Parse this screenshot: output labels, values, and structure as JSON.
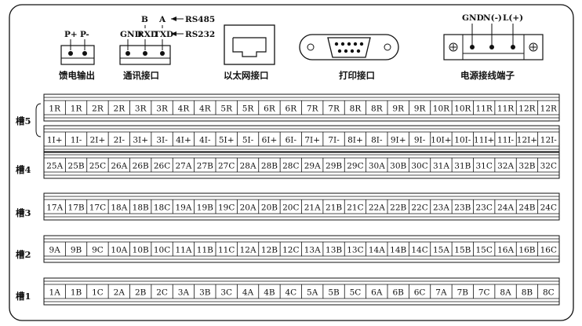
{
  "connectors": {
    "power_feed": {
      "pins": [
        "P+",
        "P-"
      ],
      "label": "馈电输出"
    },
    "comm": {
      "rs485_pins": [
        "B",
        "A"
      ],
      "rs485_name": "RS485",
      "rs232_pins": [
        "GND",
        "RXD",
        "TXD"
      ],
      "rs232_name": "RS232",
      "label": "通讯接口"
    },
    "ethernet": {
      "label": "以太网接口"
    },
    "printer": {
      "label": "打印接口"
    },
    "power": {
      "pins": [
        "GND",
        "N(-)",
        "L(+)"
      ],
      "label": "电源接线端子"
    }
  },
  "slots": [
    {
      "label": "槽5",
      "cells": [],
      "rows": [
        [
          "1R",
          "1R",
          "2R",
          "2R",
          "3R",
          "3R",
          "4R",
          "4R",
          "5R",
          "5R",
          "6R",
          "6R",
          "7R",
          "7R",
          "8R",
          "8R",
          "9R",
          "9R",
          "10R",
          "10R",
          "11R",
          "11R",
          "12R",
          "12R"
        ],
        [
          "1I+",
          "1I-",
          "2I+",
          "2I-",
          "3I+",
          "3I-",
          "4I+",
          "4I-",
          "5I+",
          "5I-",
          "6I+",
          "6I-",
          "7I+",
          "7I-",
          "8I+",
          "8I-",
          "9I+",
          "9I-",
          "10I+",
          "10I-",
          "11I+",
          "11I-",
          "12I+",
          "12I-"
        ]
      ]
    },
    {
      "label": "槽4",
      "rows": [
        [
          "25A",
          "25B",
          "25C",
          "26A",
          "26B",
          "26C",
          "27A",
          "27B",
          "27C",
          "28A",
          "28B",
          "28C",
          "29A",
          "29B",
          "29C",
          "30A",
          "30B",
          "30C",
          "31A",
          "31B",
          "31C",
          "32A",
          "32B",
          "32C"
        ]
      ]
    },
    {
      "label": "槽3",
      "rows": [
        [
          "17A",
          "17B",
          "17C",
          "18A",
          "18B",
          "18C",
          "19A",
          "19B",
          "19C",
          "20A",
          "20B",
          "20C",
          "21A",
          "21B",
          "21C",
          "22A",
          "22B",
          "22C",
          "23A",
          "23B",
          "23C",
          "24A",
          "24B",
          "24C"
        ]
      ]
    },
    {
      "label": "槽2",
      "rows": [
        [
          "9A",
          "9B",
          "9C",
          "10A",
          "10B",
          "10C",
          "11A",
          "11B",
          "11C",
          "12A",
          "12B",
          "12C",
          "13A",
          "13B",
          "13C",
          "14A",
          "14B",
          "14C",
          "15A",
          "15B",
          "15C",
          "16A",
          "16B",
          "16C"
        ]
      ]
    },
    {
      "label": "槽1",
      "rows": [
        [
          "1A",
          "1B",
          "1C",
          "2A",
          "2B",
          "2C",
          "3A",
          "3B",
          "3C",
          "4A",
          "4B",
          "4C",
          "5A",
          "5B",
          "5C",
          "6A",
          "6B",
          "6C",
          "7A",
          "7B",
          "7C",
          "8A",
          "8B",
          "8C"
        ]
      ]
    }
  ]
}
